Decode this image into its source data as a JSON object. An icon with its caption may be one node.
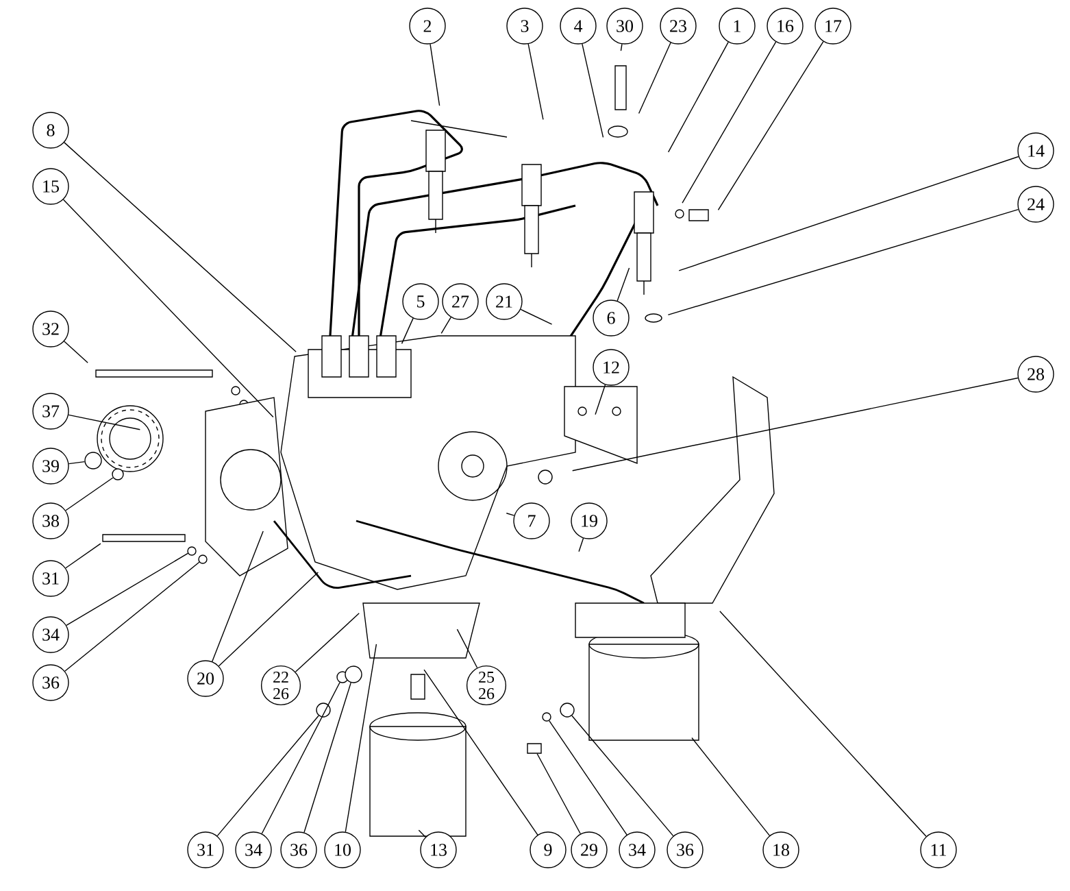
{
  "diagram": {
    "nodes": [
      {
        "text": [
          "2"
        ]
      },
      {
        "text": [
          "3"
        ]
      },
      {
        "text": [
          "4"
        ]
      },
      {
        "text": [
          "30"
        ]
      },
      {
        "text": [
          "23"
        ]
      },
      {
        "text": [
          "1"
        ]
      },
      {
        "text": [
          "16"
        ]
      },
      {
        "text": [
          "17"
        ]
      },
      {
        "text": [
          "8"
        ]
      },
      {
        "text": [
          "14"
        ]
      },
      {
        "text": [
          "15"
        ]
      },
      {
        "text": [
          "24"
        ]
      },
      {
        "text": [
          "5"
        ]
      },
      {
        "text": [
          "27"
        ]
      },
      {
        "text": [
          "21"
        ]
      },
      {
        "text": [
          "6"
        ]
      },
      {
        "text": [
          "32"
        ]
      },
      {
        "text": [
          "12"
        ]
      },
      {
        "text": [
          "28"
        ]
      },
      {
        "text": [
          "37"
        ]
      },
      {
        "text": [
          "39"
        ]
      },
      {
        "text": [
          "38"
        ]
      },
      {
        "text": [
          "7"
        ]
      },
      {
        "text": [
          "19"
        ]
      },
      {
        "text": [
          "31"
        ]
      },
      {
        "text": [
          "34"
        ]
      },
      {
        "text": [
          "36"
        ]
      },
      {
        "text": [
          "20"
        ]
      },
      {
        "text": [
          "22 26"
        ]
      },
      {
        "text": [
          "25 26"
        ]
      },
      {
        "text": [
          "31"
        ]
      },
      {
        "text": [
          "34"
        ]
      },
      {
        "text": [
          "36"
        ]
      },
      {
        "text": [
          "10"
        ]
      },
      {
        "text": [
          "13"
        ]
      },
      {
        "text": [
          "9"
        ]
      },
      {
        "text": [
          "29"
        ]
      },
      {
        "text": [
          "34"
        ]
      },
      {
        "text": [
          "36"
        ]
      },
      {
        "text": [
          "18"
        ]
      },
      {
        "text": [
          "11"
        ]
      },
      {
        "text": [],
        "shape": "circle"
      },
      {
        "text": [],
        "shape": "circle"
      },
      {
        "text": [],
        "shape": "circle"
      },
      {
        "text": [],
        "shape": "circle"
      },
      {
        "text": [],
        "shape": "circle"
      },
      {
        "text": [],
        "shape": "circle"
      },
      {
        "text": [],
        "shape": "box"
      },
      {
        "text": [],
        "shape": "circle"
      },
      {
        "text": [],
        "shape": "circle"
      },
      {
        "text": [],
        "shape": "circle"
      }
    ],
    "edges": [
      {
        "from": 0,
        "to": null,
        "arrow": "none"
      },
      {
        "from": 1,
        "to": null,
        "arrow": "none"
      },
      {
        "from": 2,
        "to": null,
        "arrow": "none"
      },
      {
        "from": 3,
        "to": null,
        "arrow": "none"
      },
      {
        "from": 4,
        "to": null,
        "arrow": "none"
      },
      {
        "from": 5,
        "to": null,
        "arrow": "none"
      },
      {
        "from": 6,
        "to": null,
        "arrow": "none"
      },
      {
        "from": 7,
        "to": null,
        "arrow": "none"
      },
      {
        "from": 8,
        "to": null,
        "arrow": "none"
      },
      {
        "from": 9,
        "to": null,
        "arrow": "none"
      },
      {
        "from": 10,
        "to": null,
        "arrow": "none"
      },
      {
        "from": 11,
        "to": null,
        "arrow": "none"
      },
      {
        "from": 12,
        "to": null,
        "arrow": "none"
      },
      {
        "from": 13,
        "to": null,
        "arrow": "none"
      },
      {
        "from": 14,
        "to": null,
        "arrow": "none"
      },
      {
        "from": 15,
        "to": null,
        "arrow": "none"
      },
      {
        "from": 16,
        "to": null,
        "arrow": "none"
      },
      {
        "from": 17,
        "to": null,
        "arrow": "none"
      },
      {
        "from": 18,
        "to": null,
        "arrow": "none"
      },
      {
        "from": 19,
        "to": null,
        "arrow": "none"
      },
      {
        "from": 20,
        "to": 41,
        "arrow": "none"
      },
      {
        "from": 21,
        "to": 42,
        "arrow": "none"
      },
      {
        "from": 22,
        "to": null,
        "arrow": "none"
      },
      {
        "from": 23,
        "to": null,
        "arrow": "none"
      },
      {
        "from": 24,
        "to": null,
        "arrow": "none"
      },
      {
        "from": 25,
        "to": 49,
        "arrow": "none"
      },
      {
        "from": 26,
        "to": 43,
        "arrow": "none"
      },
      {
        "from": 27,
        "to": null,
        "arrow": "none"
      },
      {
        "from": 27,
        "to": null,
        "arrow": "none"
      },
      {
        "from": 28,
        "to": null,
        "arrow": "none"
      },
      {
        "from": 29,
        "to": null,
        "arrow": "none"
      },
      {
        "from": 30,
        "to": 44,
        "arrow": "none"
      },
      {
        "from": 31,
        "to": 45,
        "arrow": "none"
      },
      {
        "from": 32,
        "to": 46,
        "arrow": "none"
      },
      {
        "from": 33,
        "to": null,
        "arrow": "none"
      },
      {
        "from": 34,
        "to": null,
        "arrow": "none"
      },
      {
        "from": 35,
        "to": null,
        "arrow": "none"
      },
      {
        "from": 36,
        "to": 47,
        "arrow": "none"
      },
      {
        "from": 37,
        "to": 50,
        "arrow": "none"
      },
      {
        "from": 38,
        "to": 48,
        "arrow": "none"
      },
      {
        "from": 39,
        "to": null,
        "arrow": "none"
      },
      {
        "from": 40,
        "to": null,
        "arrow": "none"
      }
    ]
  }
}
